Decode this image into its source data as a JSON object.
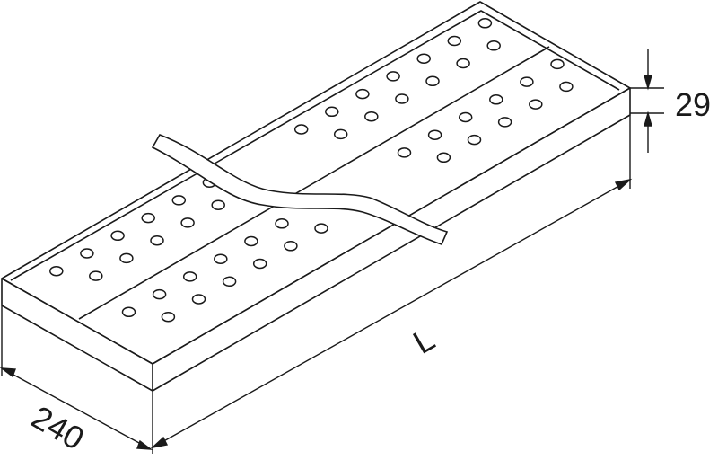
{
  "drawing": {
    "dimensions": {
      "thickness": "29",
      "length": "L",
      "width": "240"
    },
    "colors": {
      "line": "#1a1a1a",
      "background": "#ffffff"
    }
  }
}
